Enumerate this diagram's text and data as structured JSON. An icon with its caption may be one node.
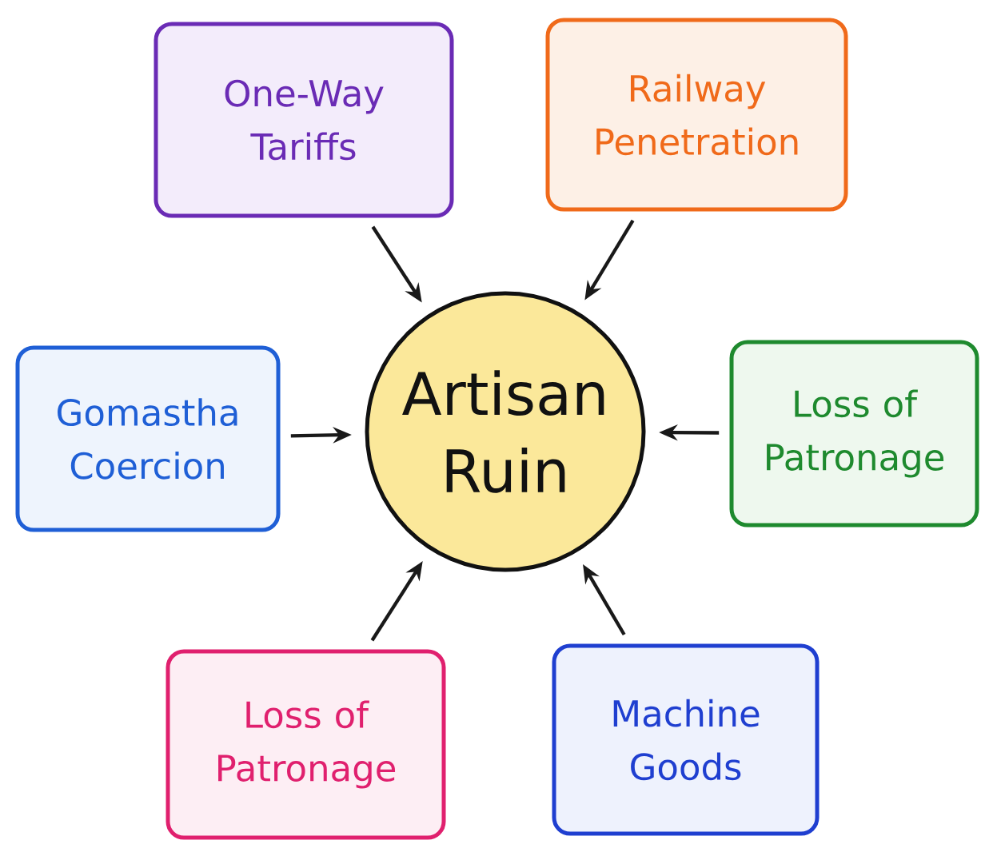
{
  "diagram": {
    "nodes": [
      {
        "text": [
          "One-Way Tariffs"
        ]
      },
      {
        "text": [
          "Railway Penetration"
        ]
      },
      {
        "text": [
          "Artisan Ruin"
        ]
      },
      {
        "text": [
          "Gomastha Coercion"
        ]
      },
      {
        "text": [
          "Loss of Patronage"
        ]
      },
      {
        "text": [
          "Loss of Patronage"
        ]
      },
      {
        "text": [
          "Machine Goods"
        ]
      }
    ],
    "edges": [
      {
        "from": 0,
        "to": 2,
        "arrow": "to"
      },
      {
        "from": 1,
        "to": 2,
        "arrow": "to"
      },
      {
        "from": 3,
        "to": 2,
        "arrow": "to"
      },
      {
        "from": 4,
        "to": 2,
        "arrow": "to"
      },
      {
        "from": 5,
        "to": 2,
        "arrow": "to"
      },
      {
        "from": 6,
        "to": 2,
        "arrow": "to"
      }
    ]
  }
}
